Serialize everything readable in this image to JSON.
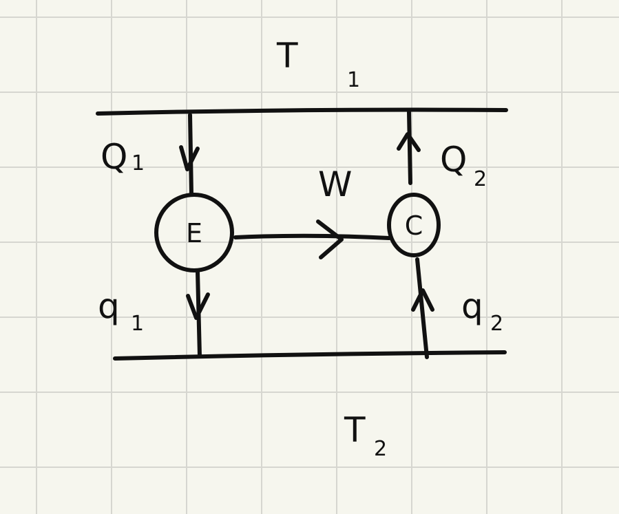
{
  "reservoirs": {
    "hot": {
      "symbol": "T",
      "subscript": "1"
    },
    "cold": {
      "symbol": "T",
      "subscript": "2"
    }
  },
  "engine": {
    "label": "E"
  },
  "refrigerator": {
    "label": "C"
  },
  "flows": {
    "engine_heat_in": {
      "symbol": "Q",
      "subscript": "1"
    },
    "engine_heat_out": {
      "symbol": "q",
      "subscript": "1"
    },
    "fridge_heat_out": {
      "symbol": "Q",
      "subscript": "2"
    },
    "fridge_heat_in": {
      "symbol": "q",
      "subscript": "2"
    },
    "work": {
      "symbol": "W"
    }
  },
  "colors": {
    "ink": "#111111",
    "paper": "#f6f6ee",
    "grid": "#d6d6d0"
  }
}
